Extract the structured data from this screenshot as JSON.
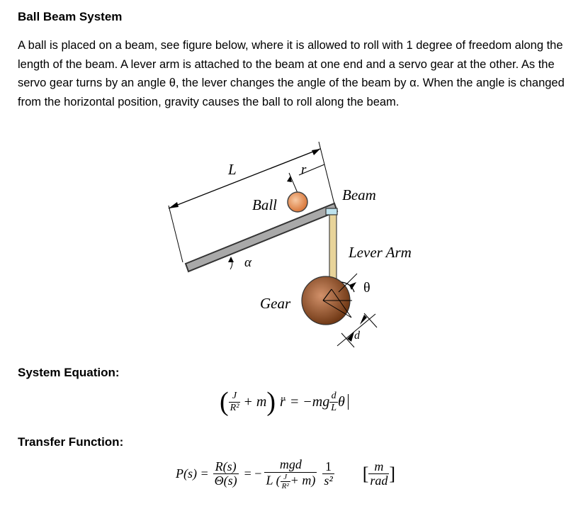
{
  "title": "Ball Beam System",
  "description": "A ball is placed on a beam, see figure below, where it is allowed to roll with 1 degree of freedom along the length of the beam. A lever arm is attached to the beam at one end and a servo gear at the other. As the servo gear turns by an angle θ, the lever changes the angle of the beam by α. When the angle is changed from the horizontal position, gravity causes the ball to roll along the beam.",
  "figure": {
    "label_L": "L",
    "label_r": "r",
    "label_ball": "Ball",
    "label_beam": "Beam",
    "label_lever_arm": "Lever Arm",
    "label_alpha": "α",
    "label_theta": "θ",
    "label_gear": "Gear",
    "label_d": "d",
    "ball_color": "#e08a4a",
    "gear_color": "#8b4a24",
    "beam_color": "#a9a9a9",
    "lever_color": "#e8d49a"
  },
  "system_equation_label": "System Equation:",
  "system_equation": {
    "J": "J",
    "R2": "R²",
    "plus_m": "+ m",
    "rddot": "r̈",
    "rhs_prefix": "= −mg",
    "d": "d",
    "L": "L",
    "theta": "θ"
  },
  "transfer_function_label": "Transfer Function:",
  "transfer_function": {
    "P": "P(s) =",
    "Rs": "R(s)",
    "Thetas": "Θ(s)",
    "eq_minus": "= −",
    "mgd": "mgd",
    "den_L": "L (",
    "J": "J",
    "R2": "R²",
    "den_rest": "+ m)",
    "one": "1",
    "s2": "s²",
    "units_m": "m",
    "units_rad": "rad"
  }
}
